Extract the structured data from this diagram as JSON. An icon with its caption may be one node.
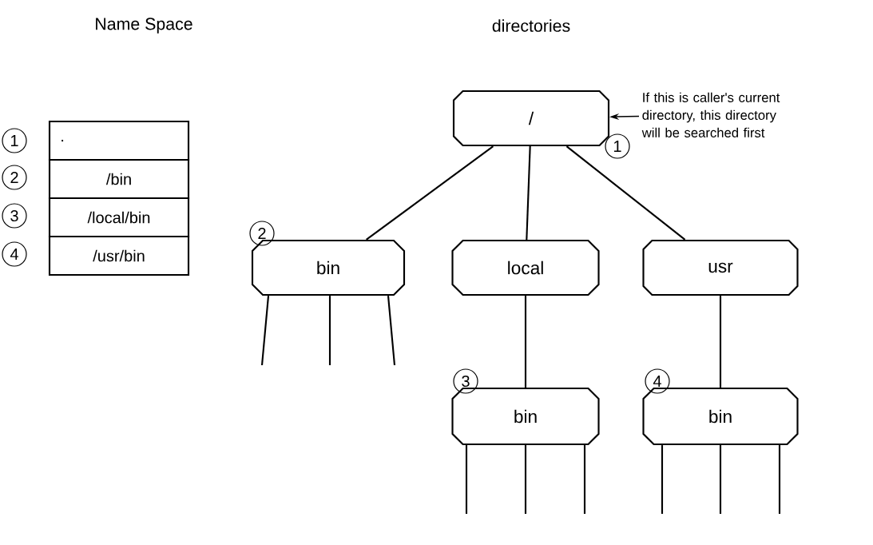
{
  "diagram": {
    "nodes": [
      {
        "text": [
          "."
        ],
        "beside": [
          "1"
        ]
      },
      {
        "text": [
          "/bin"
        ],
        "beside": [
          "2"
        ]
      },
      {
        "text": [
          "/local/bin"
        ],
        "beside": [
          "3"
        ]
      },
      {
        "text": [
          "/usr/bin"
        ],
        "beside": [
          "4"
        ]
      },
      {
        "text": [
          "/"
        ],
        "beside": [
          "1"
        ]
      },
      {
        "text": [
          "bin"
        ],
        "beside": [
          "2"
        ]
      },
      {
        "text": [
          "local"
        ]
      },
      {
        "text": [
          "usr"
        ]
      },
      {
        "text": [
          "bin"
        ],
        "beside": [
          "3"
        ]
      },
      {
        "text": [
          "bin"
        ],
        "beside": [
          "4"
        ]
      },
      {
        "text": [
          "If this is caller's current directory, this directory will be searched first"
        ]
      }
    ],
    "edges": [
      {
        "from": 4,
        "to": 5,
        "arrow": "none"
      },
      {
        "from": 4,
        "to": 6,
        "arrow": "none"
      },
      {
        "from": 4,
        "to": 7,
        "arrow": "none"
      },
      {
        "from": 6,
        "to": 8,
        "arrow": "none"
      },
      {
        "from": 7,
        "to": 9,
        "arrow": "none"
      },
      {
        "from": 10,
        "to": 4,
        "arrow": "to"
      },
      {
        "from": 5,
        "to": null,
        "arrow": "none"
      },
      {
        "from": 5,
        "to": null,
        "arrow": "none"
      },
      {
        "from": 5,
        "to": null,
        "arrow": "none"
      },
      {
        "from": 8,
        "to": null,
        "arrow": "none"
      },
      {
        "from": 8,
        "to": null,
        "arrow": "none"
      },
      {
        "from": 8,
        "to": null,
        "arrow": "none"
      },
      {
        "from": 9,
        "to": null,
        "arrow": "none"
      },
      {
        "from": 9,
        "to": null,
        "arrow": "none"
      },
      {
        "from": 9,
        "to": null,
        "arrow": "none"
      }
    ],
    "labels": [
      "Name Space",
      "directories"
    ]
  }
}
